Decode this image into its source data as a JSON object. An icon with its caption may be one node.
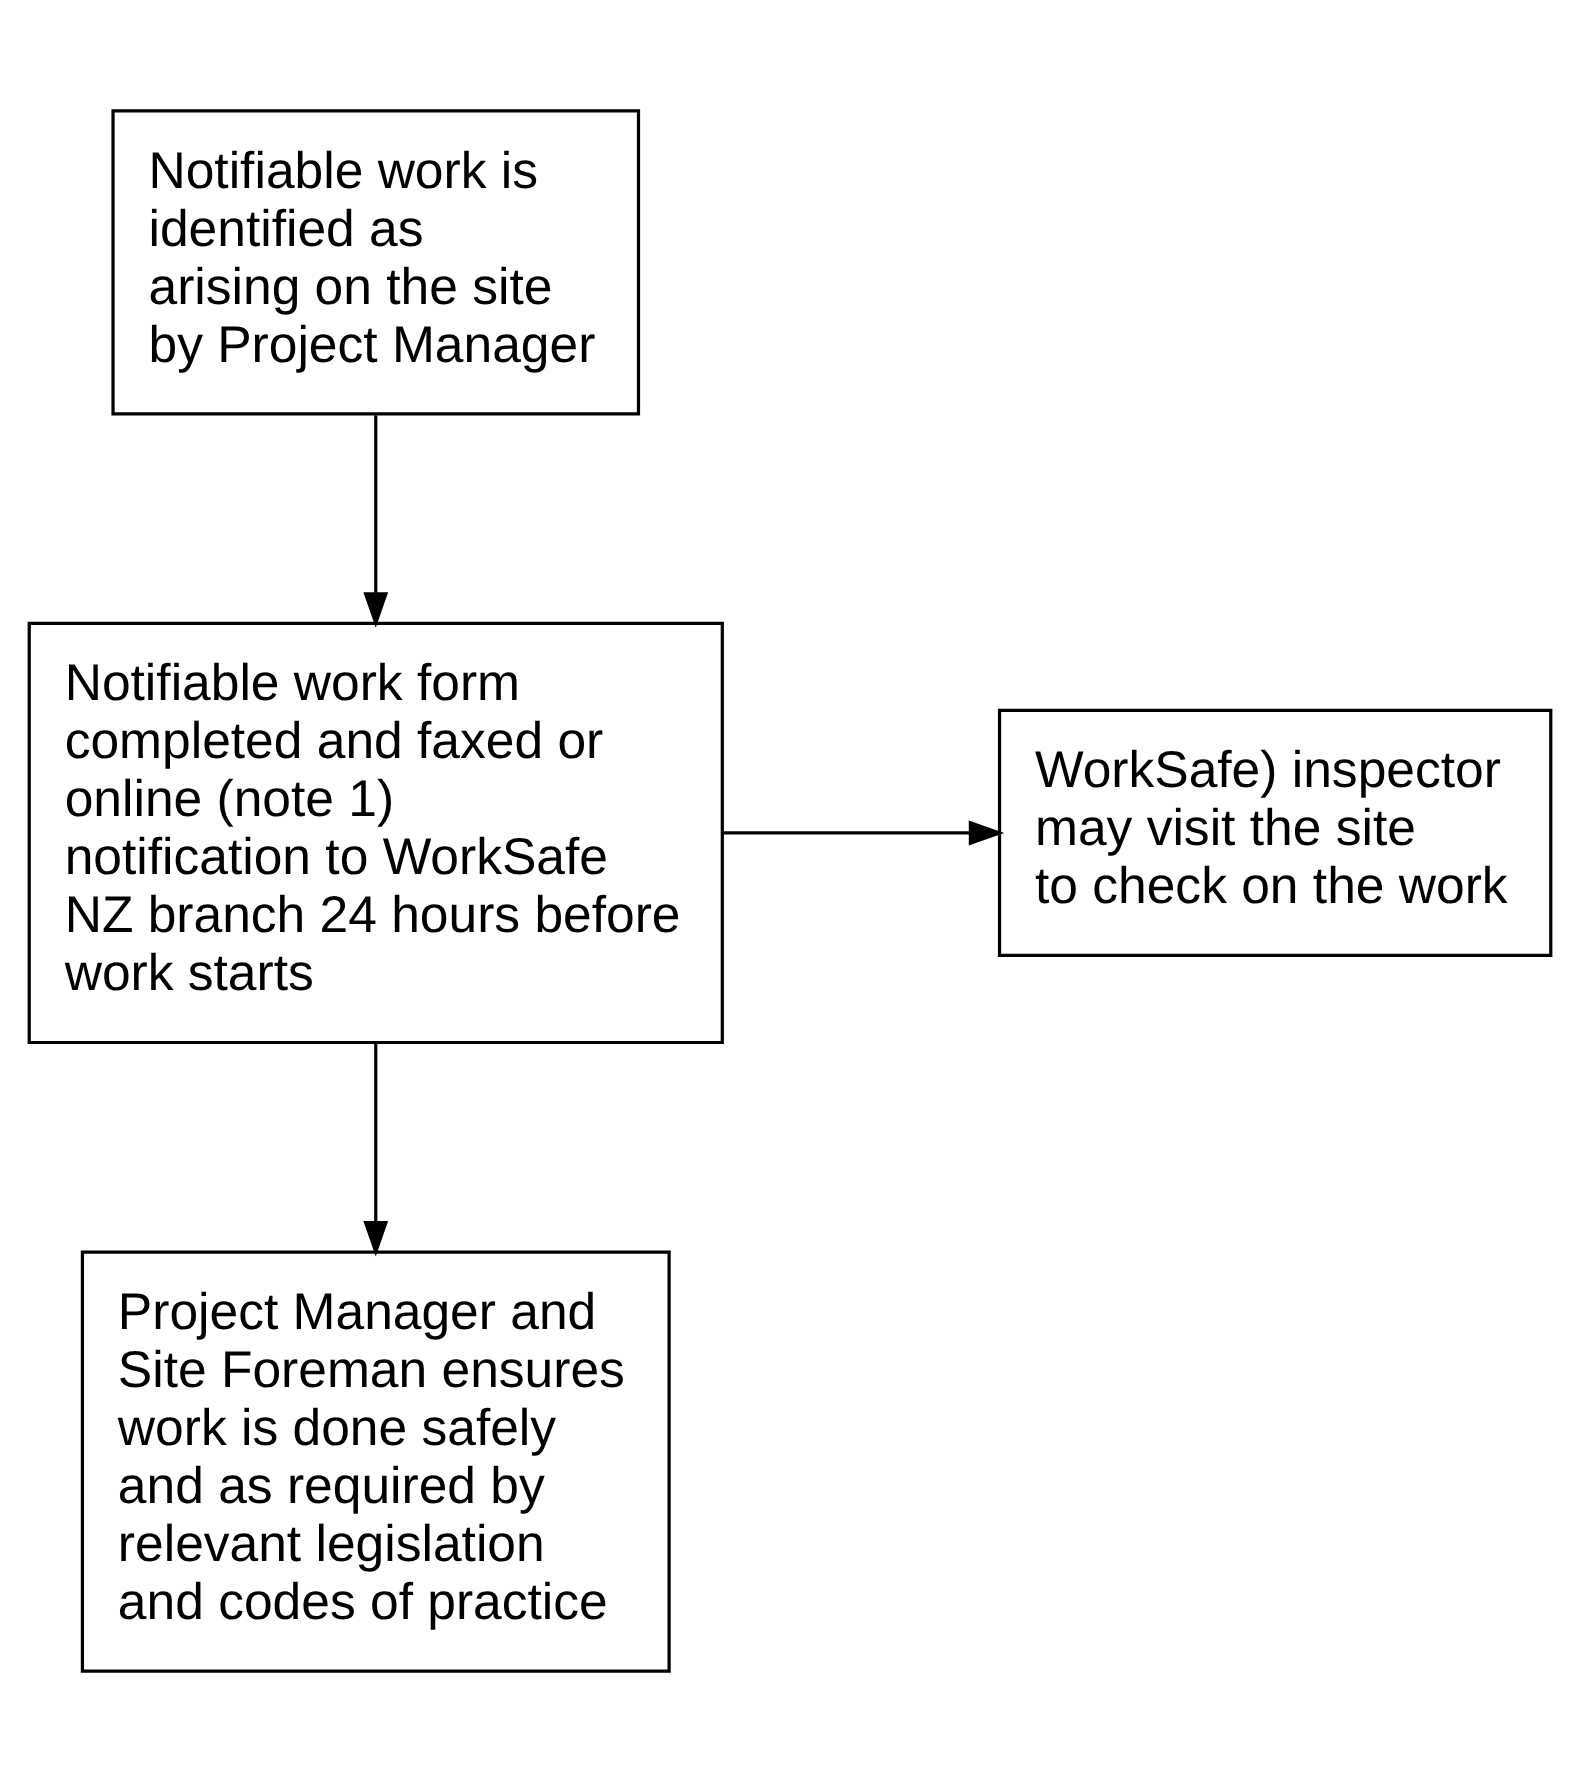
{
  "diagram": {
    "nodes": [
      {
        "text": [
          "Notifiable work is identified as arising on the site by Project Manager"
        ]
      },
      {
        "text": [
          "Notifiable work form completed and faxed or online (note 1) notification to WorkSafe NZ branch 24 hours before work starts"
        ]
      },
      {
        "text": [
          "WorkSafe) inspector may visit the site to check on the work"
        ]
      },
      {
        "text": [
          "Project Manager and Site Foreman ensures work is done safely and as required by relevant legislation and codes of practice"
        ]
      }
    ],
    "edges": [
      {
        "from": 0,
        "to": 1,
        "arrow": "to"
      },
      {
        "from": 1,
        "to": 2,
        "arrow": "to"
      },
      {
        "from": 1,
        "to": 3,
        "arrow": "to"
      }
    ]
  }
}
